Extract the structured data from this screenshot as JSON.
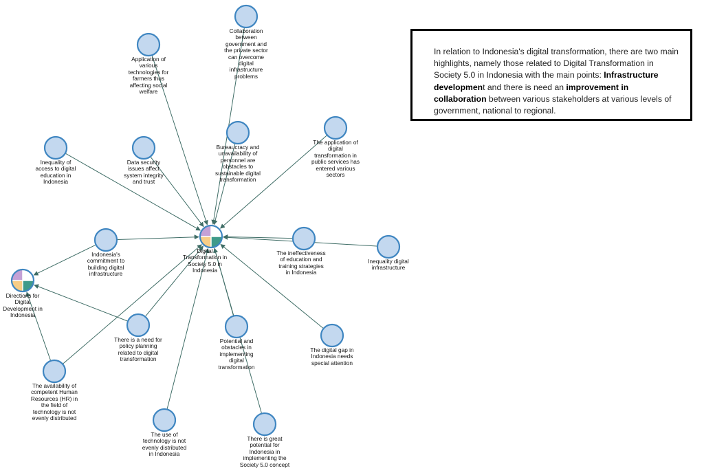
{
  "diagram": {
    "nodes": [
      {
        "id": "collab",
        "label": "Collaboration\nbetween\ngovernment and\nthe private sector\ncan overcome\ndigital\ninfrastructure\nproblems"
      },
      {
        "id": "tech-farmers",
        "label": "Application of\nvarious\ntechnologies for\nfarmers thus\naffecting social\nwelfare"
      },
      {
        "id": "bureaucracy",
        "label": "Bureaucracy and\nunavailability of\npersonnel are\nobstacles to\nsustainable digital\ntransformation"
      },
      {
        "id": "public-services",
        "label": "The application of\ndigital\ntransformation in\npublic services has\nentered various\nsectors"
      },
      {
        "id": "inequality-education",
        "label": "Inequality of\naccess to digital\neducation in\nIndonesia"
      },
      {
        "id": "data-security",
        "label": "Data security\nissues affect\nsystem integrity\nand trust"
      },
      {
        "id": "commitment",
        "label": "Indonesia's\ncommitment to\nbuilding digital\ninfrastructure"
      },
      {
        "id": "ineffectiveness",
        "label": "The ineffectiveness\nof education and\ntraining strategies\nin Indonesia"
      },
      {
        "id": "inequality-infra",
        "label": "Inequality digital\ninfrastructure"
      },
      {
        "id": "policy-planning",
        "label": "There is a need for\npolicy planning\nrelated to digital\ntransformation"
      },
      {
        "id": "potential-obstacles",
        "label": "Potential and\nobstacles in\nimplementing\ndigital\ntransformation"
      },
      {
        "id": "digital-gap",
        "label": "The digital gap in\nIndonesia needs\nspecial attention"
      },
      {
        "id": "hr",
        "label": "The availability of\ncompetent Human\nResources (HR) in\nthe field of\ntechnology is not\nevenly distributed"
      },
      {
        "id": "tech-use",
        "label": "The use of\ntechnology is not\nevenly distributed\nin Indonesia"
      },
      {
        "id": "great-potential",
        "label": "There is great\npotential for\nIndonesia in\nimplementing the\nSociety 5.0 concept"
      }
    ],
    "hubs": [
      {
        "id": "main",
        "label": "Digital\nTransformation in\nSociety 5.0 in\nIndonesia"
      },
      {
        "id": "directions",
        "label": "Directions for\nDigital\nDevelopment in\nIndonesia"
      }
    ],
    "edges": [
      {
        "from": "collab",
        "to": "main"
      },
      {
        "from": "tech-farmers",
        "to": "main"
      },
      {
        "from": "bureaucracy",
        "to": "main"
      },
      {
        "from": "public-services",
        "to": "main"
      },
      {
        "from": "inequality-education",
        "to": "main"
      },
      {
        "from": "data-security",
        "to": "main"
      },
      {
        "from": "commitment",
        "to": "main"
      },
      {
        "from": "ineffectiveness",
        "to": "main"
      },
      {
        "from": "inequality-infra",
        "to": "main"
      },
      {
        "from": "policy-planning",
        "to": "main"
      },
      {
        "from": "potential-obstacles",
        "to": "main"
      },
      {
        "from": "digital-gap",
        "to": "main"
      },
      {
        "from": "hr",
        "to": "main"
      },
      {
        "from": "tech-use",
        "to": "main"
      },
      {
        "from": "great-potential",
        "to": "main"
      },
      {
        "from": "commitment",
        "to": "directions"
      },
      {
        "from": "policy-planning",
        "to": "directions"
      },
      {
        "from": "hr",
        "to": "directions"
      }
    ],
    "colors": {
      "node_fill": "#c3d8ef",
      "node_stroke": "#3f86c1",
      "edge": "#3f6d66",
      "hub_q1": "#c4a1d6",
      "hub_q2": "#ffffff",
      "hub_q3": "#f7cd86",
      "hub_q4": "#3f9a8a"
    }
  },
  "info_box": {
    "part1": "In relation to Indonesia's digital transformation, there are two main highlights, namely those related to Digital Transformation in Society 5.0 in Indonesia with the main points: ",
    "bold1": "Infrastructure developmen",
    "part2": "t and there is need an ",
    "bold2": "improvement in collaboration",
    "part3": " between various  stakeholders at various levels of government, national to regional."
  }
}
